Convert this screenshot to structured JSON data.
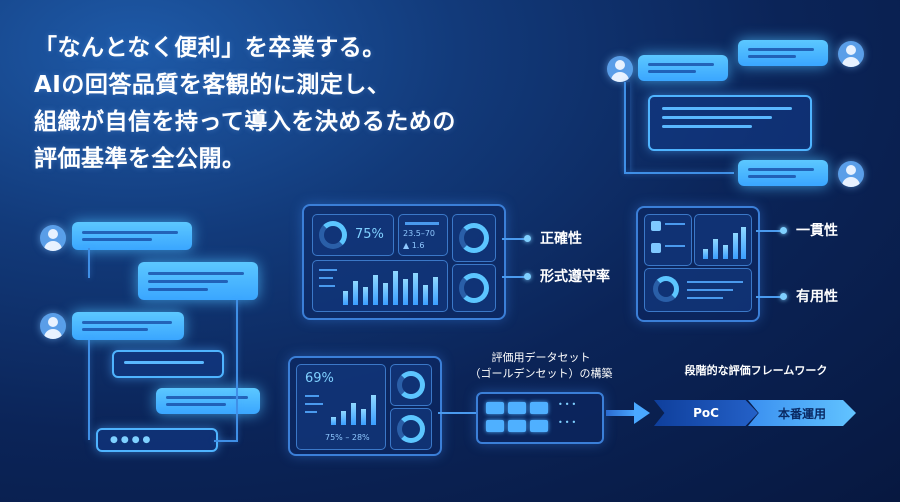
{
  "headline": {
    "line1": "「なんとなく便利」を卒業する。",
    "line2": "AIの回答品質を客観的に測定し、",
    "line3": "組織が自信を持って導入を決めるための",
    "line4": "評価基準を全公開。"
  },
  "metrics": {
    "accuracy": "正確性",
    "format_compliance": "形式遵守率",
    "consistency": "一貫性",
    "usefulness": "有用性"
  },
  "dashboard1": {
    "percent": "75%",
    "range": "23.5–70",
    "delta": "▲ 1.6"
  },
  "dashboard3": {
    "percent": "69%",
    "range": "75% – 28%"
  },
  "dataset": {
    "line1": "評価用データセット",
    "line2": "（ゴールデンセット）の構築"
  },
  "framework": {
    "title": "段階的な評価フレームワーク",
    "step1": "PoC",
    "step2": "本番運用"
  },
  "colors": {
    "accent": "#5cc8ff",
    "background": "#0b2458"
  }
}
